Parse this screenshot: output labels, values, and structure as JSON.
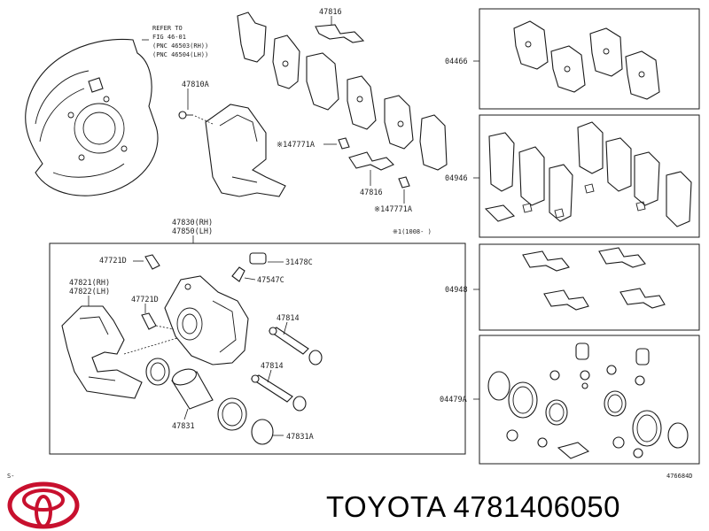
{
  "callouts": {
    "refer_line1": "REFER TO",
    "refer_line2": "FIG 46-01",
    "refer_line3": "(PNC 46503(RH))",
    "refer_line4": "(PNC 46504(LH))",
    "p47816_top": "47816",
    "p04466": "04466",
    "p47810A": "47810A",
    "p147771A_top": "※147771A",
    "p47816_mid": "47816",
    "p04946": "04946",
    "p147771A_bot": "※147771A",
    "footnote": "※1(1008-      )",
    "caliper_rh": "47830(RH)",
    "caliper_lh": "47850(LH)",
    "p47721D_top": "47721D",
    "p31478C": "31478C",
    "p47547C": "47547C",
    "p47821": "47821(RH)",
    "p47822": "47822(LH)",
    "p47721D_mid": "47721D",
    "p47814_a": "47814",
    "p04948": "04948",
    "p47814_b": "47814",
    "p04479A": "04479A",
    "p47831": "47831",
    "p47831A": "47831A",
    "corner_left": "S-",
    "corner_right": "476684D"
  },
  "brand": {
    "logo_name": "toyota-emblem",
    "title": "TOYOTA 4781406050"
  }
}
